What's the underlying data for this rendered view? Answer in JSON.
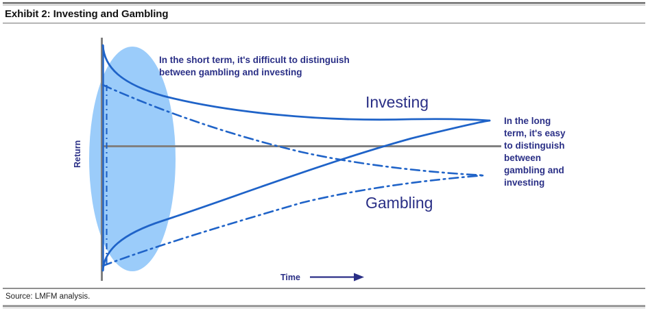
{
  "exhibit": {
    "title": "Exhibit 2: Investing and Gambling",
    "source": "Source: LMFM analysis."
  },
  "chart_data": {
    "type": "line",
    "title": "Exhibit 2: Investing and Gambling",
    "xlabel": "Time",
    "ylabel": "Return",
    "grid": false,
    "legend_position": "inline-labels",
    "axes": {
      "x_axis_arrow": true,
      "x_axis_label": "Time",
      "y_axis_label": "Return",
      "zero_line": true,
      "tick_labels": []
    },
    "annotations": [
      {
        "name": "short-term-note",
        "lines": [
          "In the short term, it's difficult to distinguish",
          "between gambling and investing"
        ],
        "x": 232,
        "y": 88
      },
      {
        "name": "long-term-note",
        "lines": [
          "In the long",
          "term, it's easy",
          "to distinguish",
          "between",
          "gambling and",
          "investing"
        ],
        "x": 735,
        "y": 180
      }
    ],
    "highlight_region": {
      "name": "short-term-ellipse",
      "shape": "ellipse",
      "fill": "#9BCCFA",
      "cx": 193,
      "cy": 232,
      "rx": 63,
      "ry": 164
    },
    "series": [
      {
        "name": "Investing",
        "label": "Investing",
        "style": "solid",
        "color": "#1F63C8",
        "description": "Upper and lower envelope converging to a narrow point at long horizons",
        "label_x": 533,
        "label_y": 157,
        "envelope_upper": [
          [
            150,
            66
          ],
          [
            160,
            92
          ],
          [
            190,
            117
          ],
          [
            250,
            137
          ],
          [
            340,
            152
          ],
          [
            450,
            164
          ],
          [
            560,
            172
          ],
          [
            650,
            176
          ],
          [
            714,
            176
          ]
        ],
        "envelope_lower": [
          [
            150,
            395
          ],
          [
            160,
            362
          ],
          [
            190,
            330
          ],
          [
            250,
            300
          ],
          [
            340,
            268
          ],
          [
            450,
            236
          ],
          [
            560,
            205
          ],
          [
            650,
            185
          ],
          [
            714,
            176
          ]
        ]
      },
      {
        "name": "Gambling",
        "label": "Gambling",
        "style": "dash-dot",
        "color": "#1F63C8",
        "description": "Diverging envelope, widening with time",
        "label_x": 533,
        "label_y": 304,
        "envelope_upper": [
          [
            150,
            124
          ],
          [
            200,
            148
          ],
          [
            280,
            178
          ],
          [
            380,
            210
          ],
          [
            480,
            233
          ],
          [
            580,
            248
          ],
          [
            660,
            254
          ],
          [
            706,
            256
          ]
        ],
        "envelope_lower": [
          [
            150,
            388
          ],
          [
            200,
            360
          ],
          [
            280,
            333
          ],
          [
            380,
            310
          ],
          [
            480,
            290
          ],
          [
            580,
            272
          ],
          [
            660,
            261
          ],
          [
            706,
            256
          ]
        ]
      }
    ],
    "colors": {
      "curve_blue": "#1F63C8",
      "ellipse_blue": "#9BCCFA",
      "axis_gray": "#808080",
      "text_navy": "#2A2F86",
      "rule_gray": "#8B8B8B"
    }
  }
}
